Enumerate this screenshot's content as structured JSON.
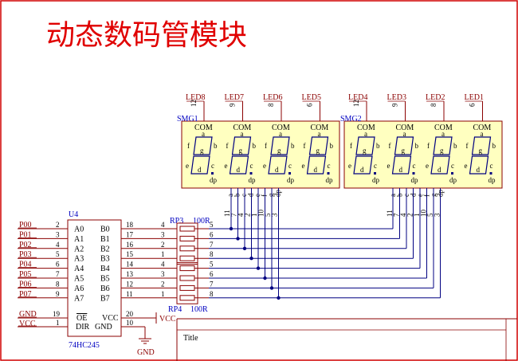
{
  "title": "动态数码管模块",
  "title_block_label": "Title",
  "chip": {
    "ref": "U4",
    "part": "74HC245",
    "left_pins": [
      {
        "num": "2",
        "name": "A0"
      },
      {
        "num": "3",
        "name": "A1"
      },
      {
        "num": "4",
        "name": "A2"
      },
      {
        "num": "5",
        "name": "A3"
      },
      {
        "num": "6",
        "name": "A4"
      },
      {
        "num": "7",
        "name": "A5"
      },
      {
        "num": "8",
        "name": "A6"
      },
      {
        "num": "9",
        "name": "A7"
      }
    ],
    "right_pins": [
      {
        "num": "18",
        "name": "B0"
      },
      {
        "num": "17",
        "name": "B1"
      },
      {
        "num": "16",
        "name": "B2"
      },
      {
        "num": "15",
        "name": "B3"
      },
      {
        "num": "14",
        "name": "B4"
      },
      {
        "num": "13",
        "name": "B5"
      },
      {
        "num": "12",
        "name": "B6"
      },
      {
        "num": "11",
        "name": "B7"
      }
    ],
    "oe": {
      "num": "19",
      "name": "OE"
    },
    "dir": {
      "num": "1",
      "name": "DIR"
    },
    "vcc": {
      "num": "20",
      "name": "VCC"
    },
    "gnd": {
      "num": "10",
      "name": "GND"
    }
  },
  "port_nets": [
    "P00",
    "P01",
    "P02",
    "P03",
    "P04",
    "P05",
    "P06",
    "P07"
  ],
  "gnd_net": "GND",
  "vcc_net": "VCC",
  "vcc_port": "VCC",
  "gnd_symbol": "GND",
  "rp3": {
    "ref": "RP3",
    "value": "100R",
    "pins_left": [
      "4",
      "3",
      "2",
      "1"
    ],
    "pins_right": [
      "5",
      "6",
      "7",
      "8"
    ]
  },
  "rp4": {
    "ref": "RP4",
    "value": "100R",
    "pins_left": [
      "4",
      "3",
      "2",
      "1"
    ],
    "pins_right": [
      "5",
      "6",
      "7",
      "8"
    ]
  },
  "smg1": {
    "ref": "SMG1",
    "leds": [
      "LED8",
      "LED7",
      "LED6",
      "LED5"
    ],
    "com_pins": [
      "12",
      "9",
      "8",
      "6"
    ],
    "seg_names": [
      "a",
      "b",
      "c",
      "d",
      "e",
      "f",
      "g",
      "dp"
    ],
    "seg_pins": [
      "11",
      "7",
      "4",
      "2",
      "1",
      "10",
      "5",
      "3"
    ]
  },
  "smg2": {
    "ref": "SMG2",
    "leds": [
      "LED4",
      "LED3",
      "LED2",
      "LED1"
    ],
    "com_pins": [
      "12",
      "9",
      "8",
      "6"
    ],
    "seg_names": [
      "a",
      "b",
      "c",
      "d",
      "e",
      "f",
      "g",
      "dp"
    ],
    "seg_pins": [
      "11",
      "7",
      "4",
      "2",
      "1",
      "10",
      "5",
      "3"
    ]
  },
  "digit_labels": {
    "com": "COM",
    "a": "a",
    "b": "b",
    "c": "c",
    "d": "d",
    "e": "e",
    "f": "f",
    "g": "g",
    "dp": "dp"
  }
}
